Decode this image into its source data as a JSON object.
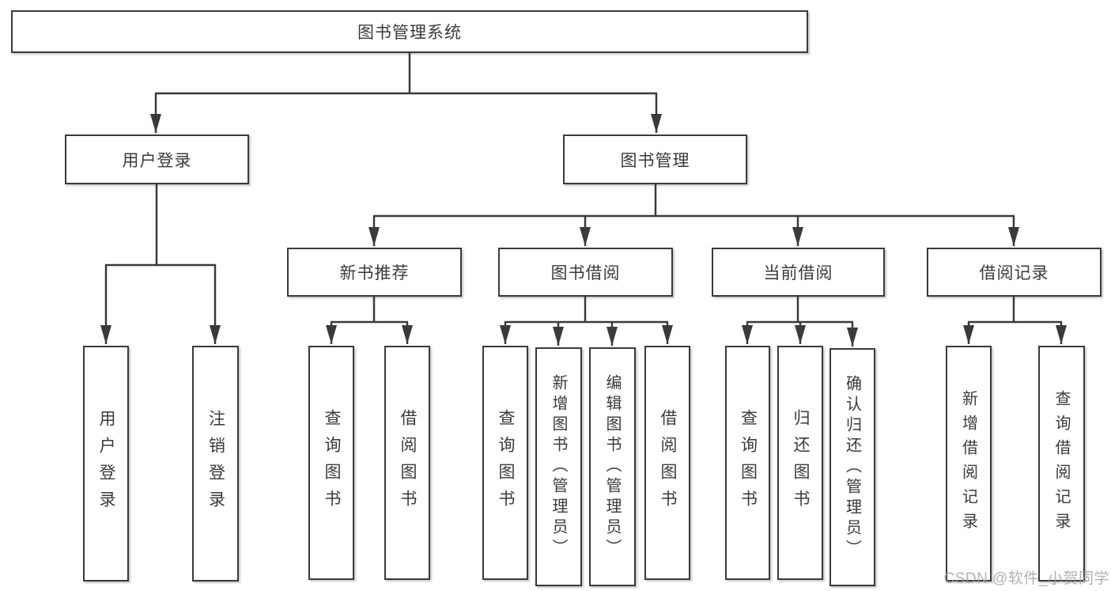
{
  "diagram": {
    "root": {
      "label": "图书管理系统"
    },
    "branches": [
      {
        "label": "用户登录",
        "children": [
          {
            "label": "用户登录"
          },
          {
            "label": "注销登录"
          }
        ]
      },
      {
        "label": "图书管理",
        "children": [
          {
            "label": "新书推荐",
            "children": [
              {
                "label": "查询图书"
              },
              {
                "label": "借阅图书"
              }
            ]
          },
          {
            "label": "图书借阅",
            "children": [
              {
                "label": "查询图书"
              },
              {
                "label": "新增图书（管理员）"
              },
              {
                "label": "编辑图书（管理员）"
              },
              {
                "label": "借阅图书"
              }
            ]
          },
          {
            "label": "当前借阅",
            "children": [
              {
                "label": "查询图书"
              },
              {
                "label": "归还图书"
              },
              {
                "label": "确认归还（管理员）"
              }
            ]
          },
          {
            "label": "借阅记录",
            "children": [
              {
                "label": "新增借阅记录"
              },
              {
                "label": "查询借阅记录"
              }
            ]
          }
        ]
      }
    ]
  },
  "watermark": "CSDN @软件_小贺同学",
  "colors": {
    "line": "#3a3a3a",
    "text": "#3a3a3a",
    "box_background": "#ffffff",
    "page_background": "#ffffff",
    "watermark": "#9e9e9e"
  }
}
